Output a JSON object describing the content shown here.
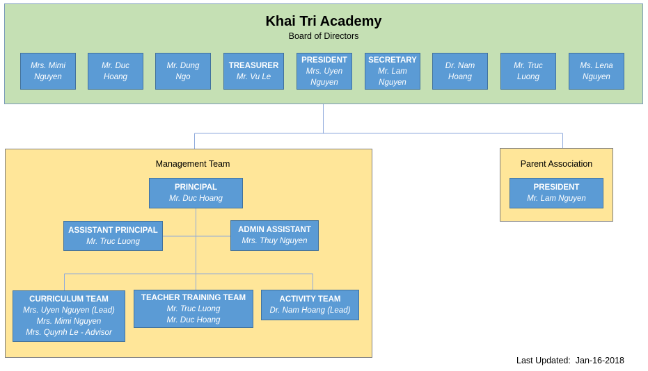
{
  "board": {
    "title": "Khai Tri Academy",
    "subtitle": "Board of Directors",
    "members": [
      {
        "role": "",
        "lines": [
          "Mrs. Mimi",
          "Nguyen"
        ]
      },
      {
        "role": "",
        "lines": [
          "Mr. Duc",
          "Hoang"
        ]
      },
      {
        "role": "",
        "lines": [
          "Mr. Dung",
          "Ngo"
        ]
      },
      {
        "role": "TREASURER",
        "lines": [
          "Mr. Vu Le"
        ]
      },
      {
        "role": "PRESIDENT",
        "lines": [
          "Mrs. Uyen",
          "Nguyen"
        ]
      },
      {
        "role": "SECRETARY",
        "lines": [
          "Mr. Lam",
          "Nguyen"
        ]
      },
      {
        "role": "",
        "lines": [
          "Dr. Nam",
          "Hoang"
        ]
      },
      {
        "role": "",
        "lines": [
          "Mr. Truc",
          "Luong"
        ]
      },
      {
        "role": "",
        "lines": [
          "Ms. Lena",
          "Nguyen"
        ]
      }
    ]
  },
  "management": {
    "label": "Management Team",
    "principal": {
      "role": "PRINCIPAL",
      "name": "Mr. Duc Hoang"
    },
    "assistant_principal": {
      "role": "ASSISTANT PRINCIPAL",
      "name": "Mr. Truc Luong"
    },
    "admin_assistant": {
      "role": "ADMIN ASSISTANT",
      "name": "Mrs. Thuy Nguyen"
    },
    "curriculum": {
      "role": "CURRICULUM TEAM",
      "names": [
        "Mrs. Uyen Nguyen (Lead)",
        "Mrs. Mimi Nguyen",
        "Mrs. Quynh Le - Advisor"
      ]
    },
    "teacher_training": {
      "role": "TEACHER TRAINING TEAM",
      "names": [
        "Mr. Truc Luong",
        "Mr. Duc Hoang"
      ]
    },
    "activity": {
      "role": "ACTIVITY TEAM",
      "names": [
        "Dr. Nam Hoang (Lead)"
      ]
    }
  },
  "parent_association": {
    "label": "Parent Association",
    "president": {
      "role": "PRESIDENT",
      "name": "Mr. Lam Nguyen"
    }
  },
  "footer": {
    "last_updated": "Last Updated:  Jan-16-2018"
  },
  "colors": {
    "board_bg": "#c5e0b4",
    "team_bg": "#ffe699",
    "box_bg": "#5b9bd5",
    "connector": "#8faadc"
  }
}
